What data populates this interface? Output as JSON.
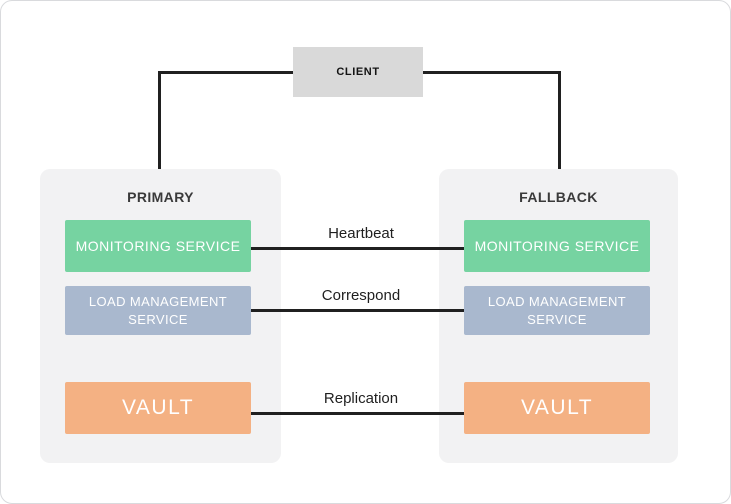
{
  "client": {
    "label": "CLIENT"
  },
  "panels": [
    {
      "title": "PRIMARY",
      "boxes": [
        {
          "label": "MONITORING SERVICE"
        },
        {
          "label": "LOAD MANAGEMENT SERVICE"
        },
        {
          "label": "VAULT"
        }
      ]
    },
    {
      "title": "FALLBACK",
      "boxes": [
        {
          "label": "MONITORING SERVICE"
        },
        {
          "label": "LOAD MANAGEMENT SERVICE"
        },
        {
          "label": "VAULT"
        }
      ]
    }
  ],
  "links": [
    {
      "label": "Heartbeat"
    },
    {
      "label": "Correspond"
    },
    {
      "label": "Replication"
    }
  ],
  "colors": {
    "green": "#76d3a1",
    "blue": "#a9b8ce",
    "orange": "#f4b183",
    "client": "#d9d9d9",
    "panel": "#f2f2f3",
    "line": "#202020",
    "frameBorder": "#d9dadd"
  }
}
